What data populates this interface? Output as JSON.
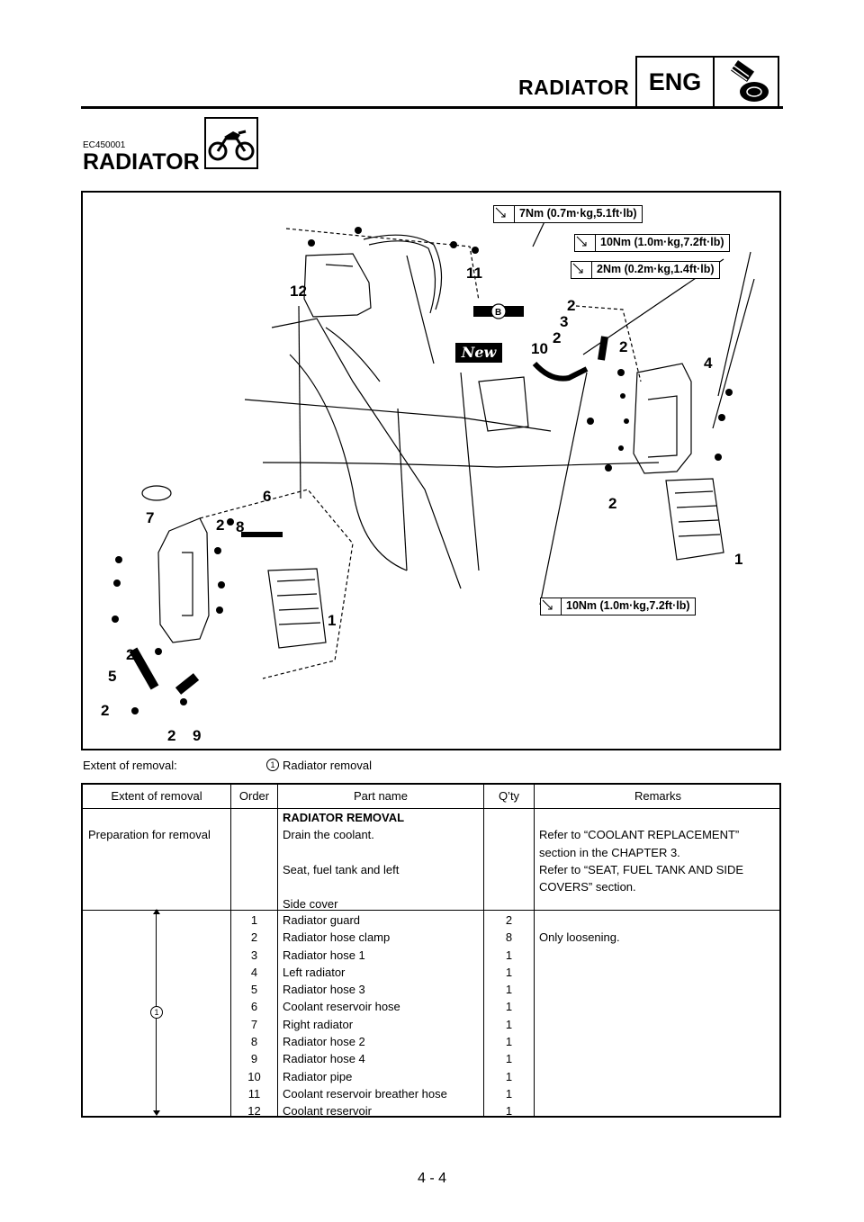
{
  "header": {
    "title": "RADIATOR",
    "eng_label": "ENG"
  },
  "section": {
    "code": "EC450001",
    "title": "RADIATOR"
  },
  "diagram": {
    "torque_labels": [
      "7Nm (0.7m·kg,5.1ft·lb)",
      "10Nm (1.0m·kg,7.2ft·lb)",
      "2Nm (0.2m·kg,1.4ft·lb)",
      "10Nm (1.0m·kg,7.2ft·lb)"
    ],
    "new_badge": "New",
    "b_mark": "B",
    "callouts": [
      "11",
      "12",
      "2",
      "3",
      "2",
      "10",
      "2",
      "4",
      "6",
      "7",
      "2",
      "8",
      "2",
      "1",
      "1",
      "2",
      "5",
      "2",
      "2",
      "9"
    ]
  },
  "extent": {
    "label": "Extent of removal:",
    "marker": "1",
    "value": "Radiator removal"
  },
  "table": {
    "headers": [
      "Extent of removal",
      "Order",
      "Part name",
      "Q’ty",
      "Remarks"
    ],
    "prep": {
      "extent": "Preparation for removal",
      "parts": [
        "RADIATOR REMOVAL",
        "Drain the coolant.",
        "",
        "Seat, fuel tank and left",
        "",
        "Side cover"
      ],
      "remarks": [
        "",
        "Refer to “COOLANT REPLACEMENT”",
        "section in the CHAPTER 3.",
        "Refer to “SEAT, FUEL TANK AND SIDE",
        "COVERS” section.",
        ""
      ]
    },
    "extent_marker": "1",
    "rows": [
      {
        "order": "1",
        "part": "Radiator guard",
        "qty": "2",
        "remarks": ""
      },
      {
        "order": "2",
        "part": "Radiator hose clamp",
        "qty": "8",
        "remarks": "Only loosening."
      },
      {
        "order": "3",
        "part": "Radiator hose 1",
        "qty": "1",
        "remarks": ""
      },
      {
        "order": "4",
        "part": "Left radiator",
        "qty": "1",
        "remarks": ""
      },
      {
        "order": "5",
        "part": "Radiator hose 3",
        "qty": "1",
        "remarks": ""
      },
      {
        "order": "6",
        "part": "Coolant reservoir hose",
        "qty": "1",
        "remarks": ""
      },
      {
        "order": "7",
        "part": "Right radiator",
        "qty": "1",
        "remarks": ""
      },
      {
        "order": "8",
        "part": "Radiator hose 2",
        "qty": "1",
        "remarks": ""
      },
      {
        "order": "9",
        "part": "Radiator hose 4",
        "qty": "1",
        "remarks": ""
      },
      {
        "order": "10",
        "part": "Radiator pipe",
        "qty": "1",
        "remarks": ""
      },
      {
        "order": "11",
        "part": "Coolant reservoir breather hose",
        "qty": "1",
        "remarks": ""
      },
      {
        "order": "12",
        "part": "Coolant reservoir",
        "qty": "1",
        "remarks": ""
      }
    ]
  },
  "page_number": "4 - 4"
}
